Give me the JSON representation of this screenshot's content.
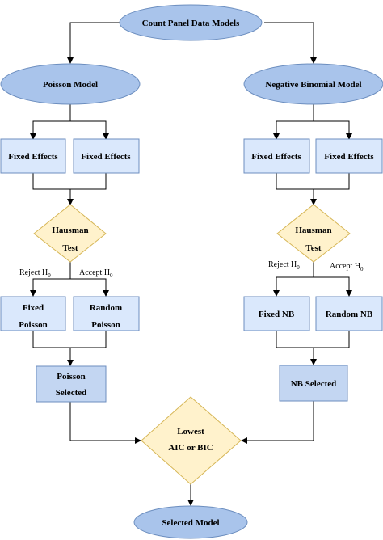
{
  "colors": {
    "ellipse_fill": "#a9c4eb",
    "ellipse_stroke": "#6c8ebf",
    "rect_fill": "#dae8fc",
    "rect_stroke": "#6c8ebf",
    "diamond_fill": "#fff2cc",
    "diamond_stroke": "#d6b656",
    "selected_fill": "#c3d6f2"
  },
  "nodes": {
    "top": "Count Panel Data Models",
    "poisson_model": "Poisson Model",
    "nb_model": "Negative Binomial Model",
    "left_fe_1": "Fixed Effects",
    "left_fe_2": "Fixed Effects",
    "right_fe_1": "Fixed Effects",
    "right_fe_2": "Fixed Effects",
    "left_hausman_1": "Hausman",
    "left_hausman_2": "Test",
    "right_hausman_1": "Hausman",
    "right_hausman_2": "Test",
    "fixed_poisson_1": "Fixed",
    "fixed_poisson_2": "Poisson",
    "random_poisson_1": "Random",
    "random_poisson_2": "Poisson",
    "fixed_nb": "Fixed NB",
    "random_nb": "Random NB",
    "poisson_selected_1": "Poisson",
    "poisson_selected_2": "Selected",
    "nb_selected": "NB Selected",
    "lowest_1": "Lowest",
    "lowest_2": "AIC or BIC",
    "selected_model": "Selected Model"
  },
  "edge_labels": {
    "left_reject": "Reject H",
    "left_accept": "Accept H",
    "right_reject": "Reject H",
    "right_accept": "Accept H",
    "subscript": "0"
  }
}
